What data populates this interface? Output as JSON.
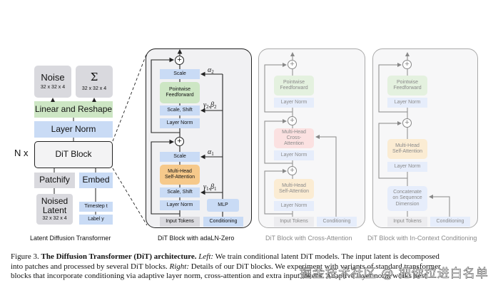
{
  "left_diagram": {
    "noise": {
      "label": "Noise",
      "dims": "32 x 32 x 4"
    },
    "sigma": {
      "label": "Σ",
      "dims": "32 x 32 x 4"
    },
    "linear_reshape": "Linear and Reshape",
    "layer_norm": "Layer Norm",
    "repeat_label": "N x",
    "dit_block": "DiT Block",
    "patchify": "Patchify",
    "embed": "Embed",
    "noised_latent": {
      "line1": "Noised",
      "line2": "Latent",
      "dims": "32 x 32 x 4"
    },
    "timestep": "Timestep t",
    "label_y": "Label y",
    "title": "Latent Diffusion Transformer"
  },
  "adaln_panel": {
    "scale_top": "Scale",
    "pointwise_ff": "Pointwise Feedforward",
    "scale_shift_top": "Scale, Shift",
    "layer_norm_top": "Layer Norm",
    "scale_bottom": "Scale",
    "mhsa": "Multi-Head Self-Attention",
    "scale_shift_bottom": "Scale, Shift",
    "layer_norm_bottom": "Layer Norm",
    "input_tokens": "Input Tokens",
    "mlp": "MLP",
    "conditioning": "Conditioning",
    "alpha2": "α",
    "alpha2_sub": "2",
    "gamma2_beta2": "γ",
    "gb2_sub": "2",
    "beta_sym": "β",
    "alpha1": "α",
    "alpha1_sub": "1",
    "gamma1_beta1": "γ",
    "gb1_sub": "1",
    "title": "DiT Block with adaLN-Zero"
  },
  "cross_attn_panel": {
    "pointwise_ff": "Pointwise Feedforward",
    "layer_norm_top": "Layer Norm",
    "mhca": "Multi-Head Cross-Attention",
    "layer_norm_mid": "Layer Norm",
    "mhsa": "Multi-Head Self-Attention",
    "layer_norm_bottom": "Layer Norm",
    "input_tokens": "Input Tokens",
    "conditioning": "Conditioning",
    "title": "DiT Block with Cross-Attention"
  },
  "in_context_panel": {
    "pointwise_ff": "Pointwise Feedforward",
    "layer_norm_top": "Layer Norm",
    "mhsa": "Multi-Head Self-Attention",
    "layer_norm_bottom": "Layer Norm",
    "concat": "Concatenate on Sequence Dimension",
    "input_tokens": "Input Tokens",
    "conditioning": "Conditioning",
    "title": "DiT Block with In-Context Conditioning"
  },
  "caption": {
    "fig_label": "Figure 3. ",
    "bold_title": "The Diffusion Transformer (DiT) architecture.",
    "left_label": "Left:",
    "line1_rest": " We train conditional latent DiT models. The input latent is decomposed",
    "line2_a": "into patches and processed by several DiT blocks. ",
    "right_label": "Right:",
    "line2_b": " Details of our DiT blocks. We experiment with variants of standard transformer",
    "line3": "blocks that incorporate conditioning via adaptive layer norm, cross-attention and extra input tokens. Adaptive layer norm works best."
  },
  "watermark": "掘金技术社区 @ 把你拉进白名单",
  "colors": {
    "gray": "#d9d9de",
    "green": "#cde6c4",
    "blue": "#c9dbf5",
    "orange": "#f6c98b",
    "pink": "#f8d3d3"
  }
}
